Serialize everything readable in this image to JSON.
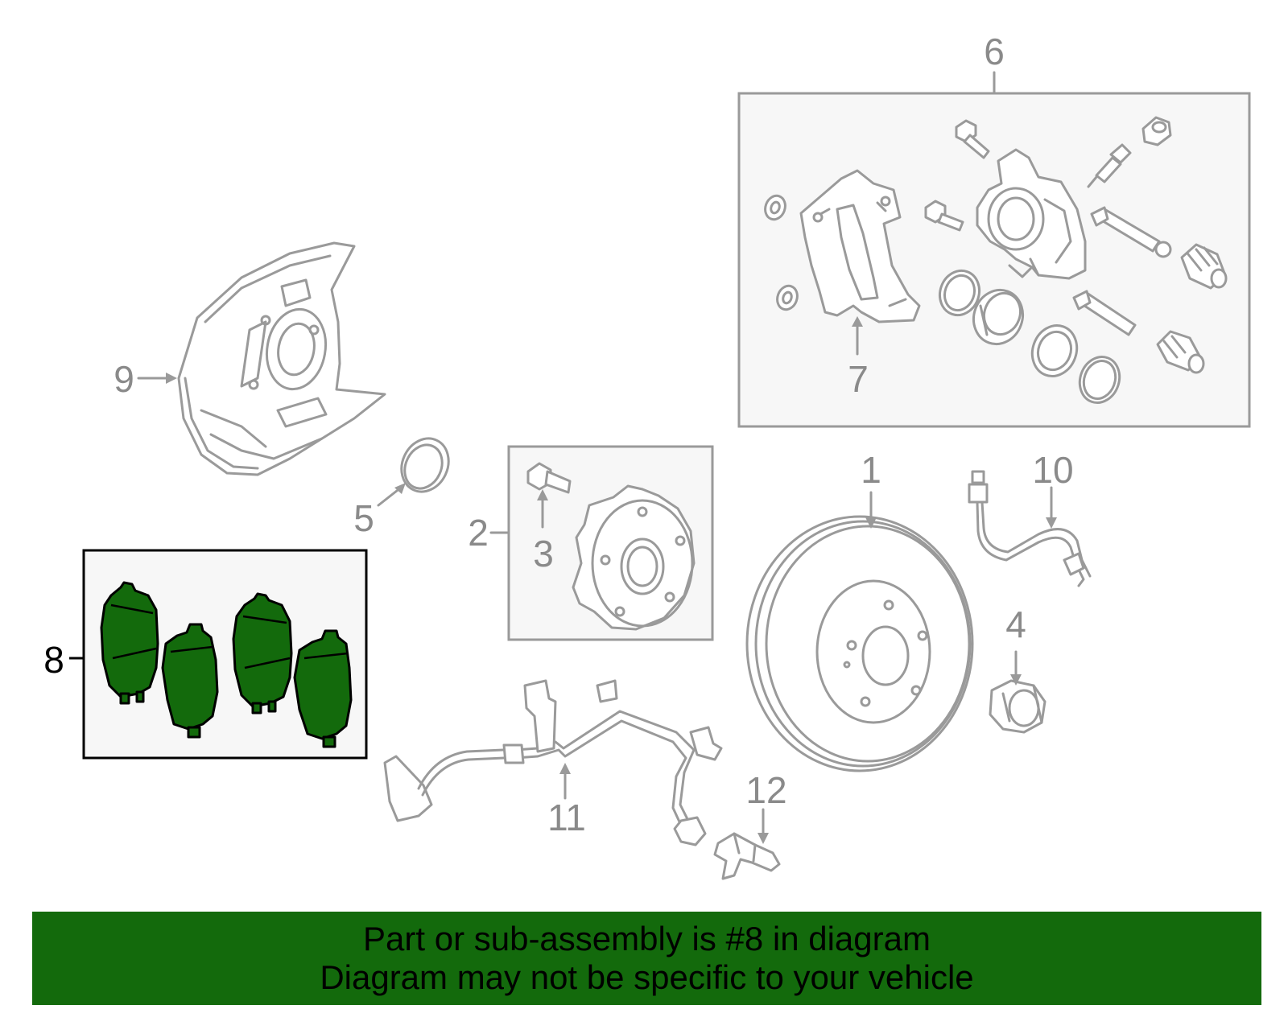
{
  "callouts": {
    "c1": "1",
    "c2": "2",
    "c3": "3",
    "c4": "4",
    "c5": "5",
    "c6": "6",
    "c7": "7",
    "c8": "8",
    "c9": "9",
    "c10": "10",
    "c11": "11",
    "c12": "12"
  },
  "highlighted_part": "8",
  "colors": {
    "highlight": "#136a0c",
    "line": "#9a9a9a",
    "box_fill": "#f7f7f7"
  },
  "banner": {
    "line1": "Part or sub-assembly is #8 in diagram",
    "line2": "Diagram may not be specific to your vehicle"
  }
}
